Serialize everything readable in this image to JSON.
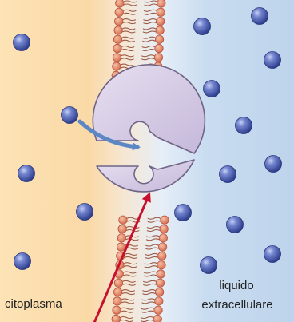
{
  "labels": {
    "inside": "citoplasma",
    "outside_line1": "liquido",
    "outside_line2": "extracellulare"
  },
  "colors": {
    "cytoplasm": "#fde0b0",
    "extracellular": "#c5d9ef",
    "lipid_head": "#e2876b",
    "lipid_head_stroke": "#b8543a",
    "lipid_tail": "#9b5a45",
    "protein": "#d8cde6",
    "protein_stroke": "#6f6486",
    "molecule": "#4f63b5",
    "arrow_entry": "#5b87c5",
    "arrow_exit": "#c8102e"
  },
  "icons": {
    "molecule": "molecule-icon",
    "channel_protein": "carrier-protein-icon"
  }
}
